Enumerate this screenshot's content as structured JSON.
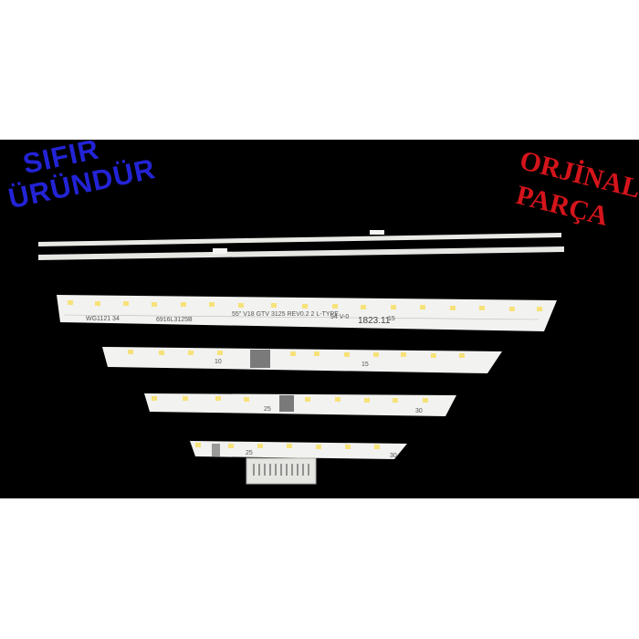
{
  "stamps": {
    "line1": "SIFIR",
    "line2": "ÜRÜNDÜR",
    "line3": "ORJİNAL",
    "line4": "PARÇA"
  },
  "strip_text": {
    "part_code": "WG1121 34",
    "part_number": "6916L3125B",
    "model_line": "55\" V18 GTV 3125 REV0.2 2 L-TYPE",
    "cert": "94 V-0",
    "date_code": "1823.11",
    "num_15a": "15",
    "num_10": "10",
    "num_15b": "15",
    "num_25a": "25",
    "num_30a": "30",
    "num_25b": "25",
    "num_30b": "30"
  },
  "colors": {
    "background": "#000000",
    "page": "#ffffff",
    "blue_stamp": "#2323d6",
    "red_stamp": "#d4141b",
    "strip": "#f2f2f0",
    "led": "#f7e27a"
  }
}
